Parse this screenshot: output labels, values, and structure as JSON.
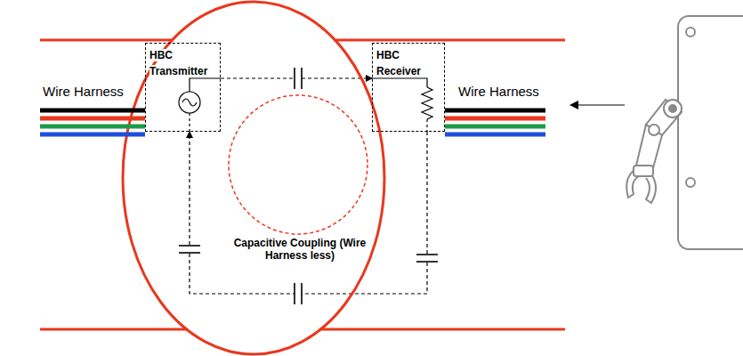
{
  "diagram": {
    "nodes": [
      {
        "text": [
          "HBC Transmitter"
        ]
      },
      {
        "text": [
          "HBC Receiver"
        ]
      }
    ],
    "edges": [
      {
        "from": 0,
        "to": 1,
        "arrow": "to"
      },
      {
        "from": 1,
        "to": 0,
        "arrow": "to"
      }
    ],
    "labels": [
      "Wire Harness",
      "Wire Harness",
      "Capacitive Coupling (Wire Harness less)"
    ]
  }
}
